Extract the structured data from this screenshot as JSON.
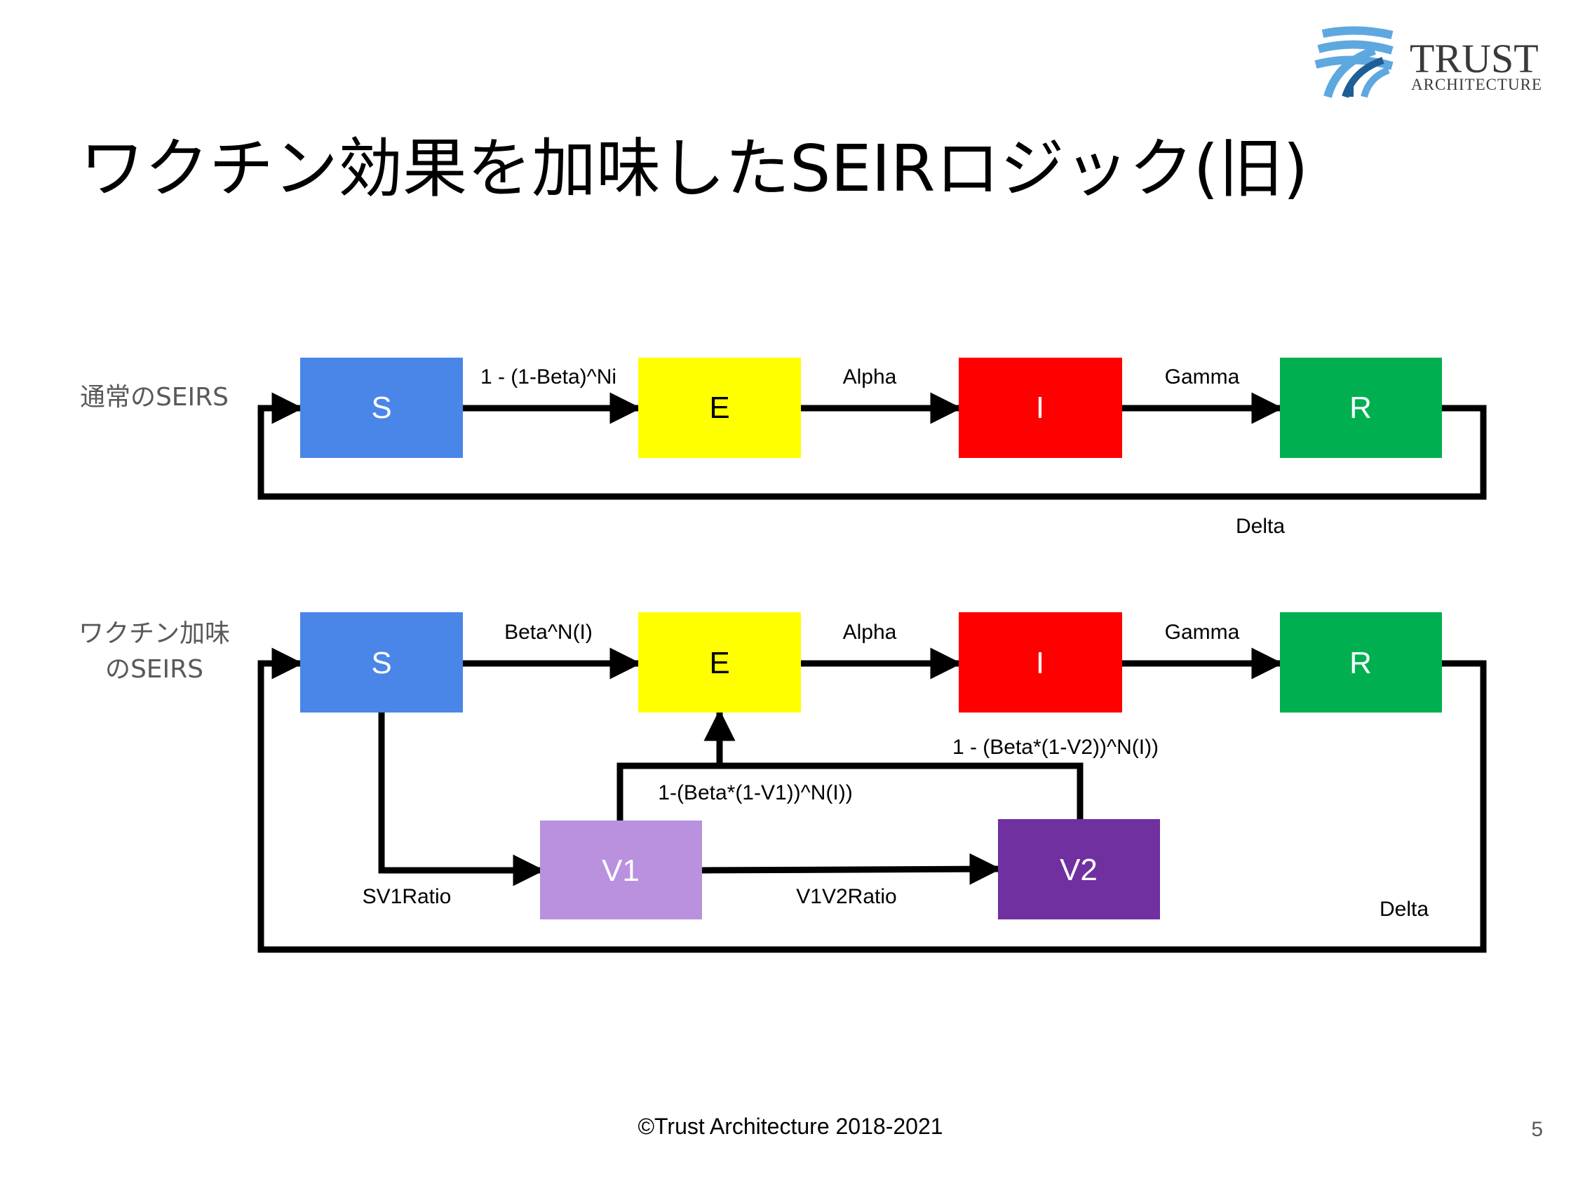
{
  "title": "ワクチン効果を加味したSEIRロジック(旧)",
  "logo": {
    "name": "TRUST",
    "sub": "ARCHITECTURE",
    "icon": "trust-architecture-logo-icon",
    "colors": {
      "light": "#5ea8e0",
      "dark": "#1f5e96",
      "text": "#3a3a3a"
    }
  },
  "colors": {
    "S": "#4a86e8",
    "E": "#ffff00",
    "I": "#ff0000",
    "R": "#00b050",
    "V1": "#b991de",
    "V2": "#7030a0"
  },
  "top_diagram": {
    "row_label": "通常のSEIRS",
    "nodes": {
      "S": "S",
      "E": "E",
      "I": "I",
      "R": "R"
    },
    "edges": {
      "s_e": "1 - (1-Beta)^Ni",
      "e_i": "Alpha",
      "i_r": "Gamma",
      "r_s": "Delta"
    }
  },
  "bottom_diagram": {
    "row_label_line1": "ワクチン加味",
    "row_label_line2": "のSEIRS",
    "nodes": {
      "S": "S",
      "E": "E",
      "I": "I",
      "R": "R",
      "V1": "V1",
      "V2": "V2"
    },
    "edges": {
      "s_e": "Beta^N(I)",
      "e_i": "Alpha",
      "i_r": "Gamma",
      "v2_e": "1 - (Beta*(1-V2))^N(I))",
      "v1_e": "1-(Beta*(1-V1))^N(I))",
      "s_v1": "SV1Ratio",
      "v1_v2": "V1V2Ratio",
      "r_s": "Delta"
    }
  },
  "footer": {
    "copyright": "©Trust Architecture 2018-2021",
    "page_number": "5"
  }
}
